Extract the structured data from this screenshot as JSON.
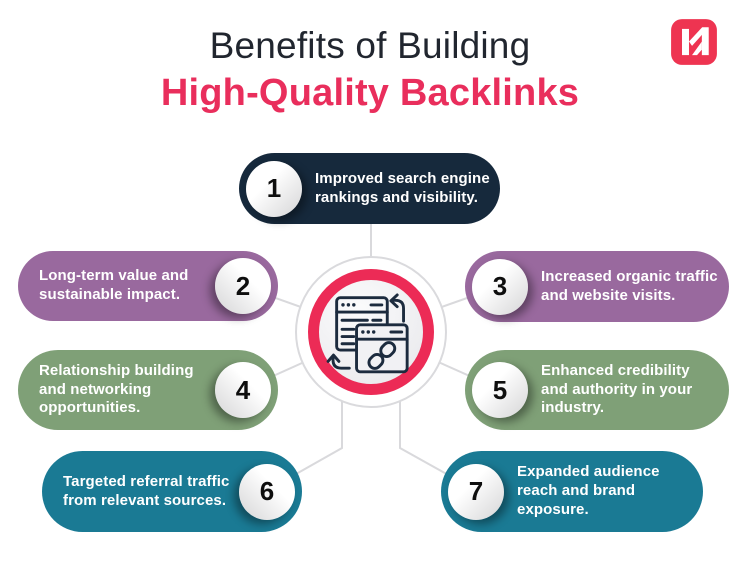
{
  "header": {
    "title_line1": "Benefits of Building",
    "title_line2": "High-Quality Backlinks",
    "title_line1_color": "#21262F",
    "title_line2_color": "#E92E5C",
    "logo_icon": "km-monogram-logo",
    "logo_color": "#EE3451"
  },
  "center": {
    "icon": "linked-browser-windows-sync-icon",
    "ring_color": "#EC2B56",
    "icon_stroke_color": "#1C2B3E"
  },
  "connector_color": "#D9D9DC",
  "items": [
    {
      "number": "1",
      "text": "Improved search engine rankings and visibility.",
      "color": "#16293C",
      "circle_side": "left"
    },
    {
      "number": "2",
      "text": "Long-term value and sustainable impact.",
      "color": "#99699E",
      "circle_side": "right"
    },
    {
      "number": "3",
      "text": "Increased organic traffic and website visits.",
      "color": "#99699E",
      "circle_side": "left"
    },
    {
      "number": "4",
      "text": "Relationship building and networking opportunities.",
      "color": "#7FA077",
      "circle_side": "right"
    },
    {
      "number": "5",
      "text": "Enhanced credibility and authority in your industry.",
      "color": "#7FA077",
      "circle_side": "left"
    },
    {
      "number": "6",
      "text": "Targeted referral traffic from relevant sources.",
      "color": "#1A7A94",
      "circle_side": "right"
    },
    {
      "number": "7",
      "text": "Expanded audience reach and brand exposure.",
      "color": "#1A7A94",
      "circle_side": "left"
    }
  ]
}
